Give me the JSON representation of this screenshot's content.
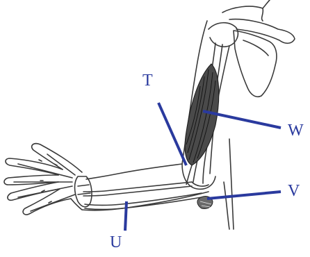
{
  "diagram": {
    "labels": {
      "t": "T",
      "u": "U",
      "v": "V",
      "w": "W"
    },
    "colors": {
      "label": "#2a3a9e",
      "outline": "#3a3a3a",
      "muscle": "#1e1e1e"
    }
  }
}
